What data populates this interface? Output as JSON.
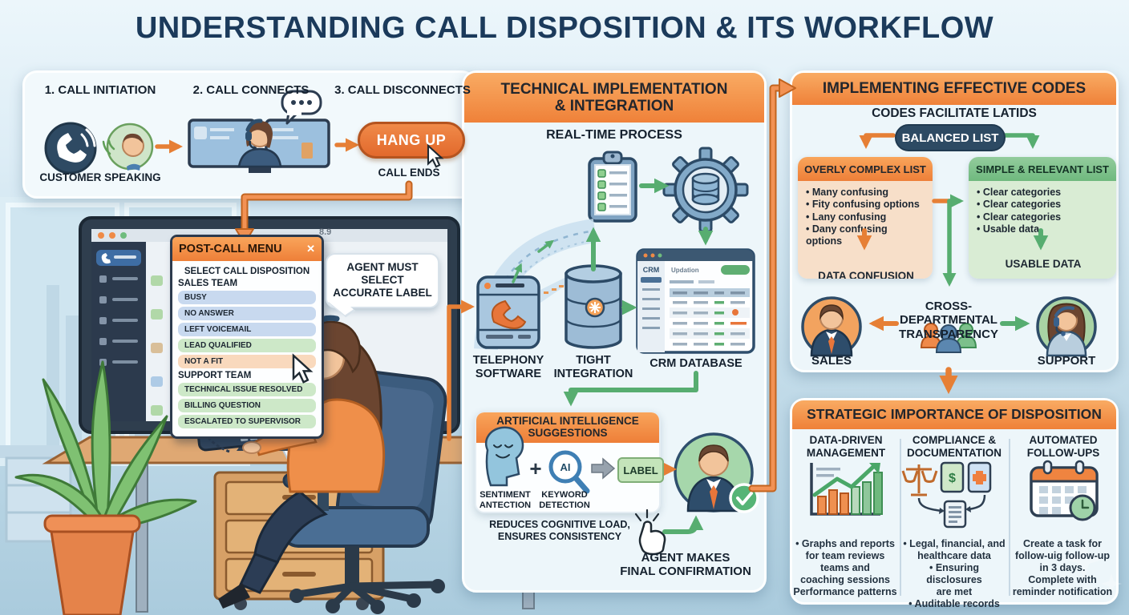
{
  "title": "UNDERSTANDING CALL DISPOSITION & ITS WORKFLOW",
  "colors": {
    "accent_orange": "#ee7f38",
    "accent_green": "#57ad70",
    "navy": "#1b3a5b"
  },
  "call_steps": {
    "step1": {
      "label": "1. CALL INITIATION",
      "caption": "CUSTOMER SPEAKING"
    },
    "step2": {
      "label": "2. CALL CONNECTS",
      "bubble": "..."
    },
    "step3": {
      "label": "3. CALL DISCONNECTS",
      "button": "HANG UP",
      "caption": "CALL ENDS"
    }
  },
  "monitor": {
    "clock": "8.9",
    "menu": {
      "title": "POST-CALL MENU",
      "close": "✕",
      "subtitle": "SELECT CALL DISPOSITION",
      "sales_group": "SALES TEAM",
      "sales_items": [
        {
          "label": "BUSY",
          "color": "blue"
        },
        {
          "label": "NO ANSWER",
          "color": "blue"
        },
        {
          "label": "LEFT VOICEMAIL",
          "color": "blue"
        },
        {
          "label": "LEAD QUALIFIED",
          "color": "green"
        },
        {
          "label": "NOT A FIT",
          "color": "peach"
        }
      ],
      "support_group": "SUPPORT TEAM",
      "support_items": [
        {
          "label": "TECHNICAL ISSUE RESOLVED",
          "color": "green"
        },
        {
          "label": "BILLING QUESTION",
          "color": "green"
        },
        {
          "label": "ESCALATED TO SUPERVISOR",
          "color": "green"
        }
      ]
    },
    "callout": "AGENT MUST\nSELECT\nACCURATE LABEL"
  },
  "technical": {
    "header": "TECHNICAL IMPLEMENTATION\n& INTEGRATION",
    "subtitle": "REAL-TIME PROCESS",
    "telephony_label": "TELEPHONY\nSOFTWARE",
    "integration_label": "TIGHT\nINTEGRATION",
    "crm_label": "CRM DATABASE",
    "crm_window": {
      "app": "CRM",
      "menu": "Updation"
    },
    "ai": {
      "header": "ARTIFICIAL INTELLIGENCE\nSUGGESTIONS",
      "plus": "+",
      "badge": "AI",
      "output": "LABEL",
      "input1": "SENTIMENT\nANTECTION",
      "input2": "KEYWORD\nDETECTION",
      "benefit": "REDUCES COGNITIVE LOAD,\nENSURES CONSISTENCY"
    },
    "confirmation": "AGENT MAKES\nFINAL CONFIRMATION"
  },
  "codes": {
    "header": "IMPLEMENTING EFFECTIVE CODES",
    "subtitle": "CODES FACILITATE LATIDS",
    "pill": "BALANCED LIST",
    "complex": {
      "header": "OVERLY COMPLEX LIST",
      "bullets": [
        "Many confusing",
        "Fity confusing options",
        "Lany confusing",
        "Dany confusing options"
      ],
      "result": "DATA CONFUSION"
    },
    "simple": {
      "header": "SIMPLE & RELEVANT LIST",
      "bullets": [
        "Clear categories",
        "Clear categories",
        "Clear categories",
        "Usable data"
      ],
      "result": "USABLE DATA"
    },
    "transparency_label": "CROSS-DEPARTMENTAL\nTRANSPARENCY",
    "sales_label": "SALES",
    "support_label": "SUPPORT"
  },
  "strategic": {
    "header": "STRATEGIC IMPORTANCE OF DISPOSITION",
    "col1": {
      "title": "DATA-DRIVEN\nMANAGEMENT",
      "body": "• Graphs and reports\nfor team reviews\nteams and\ncoaching sessions\nPerformance patterns"
    },
    "col2": {
      "title": "COMPLIANCE &\nDOCUMENTATION",
      "glyph": "$",
      "body": "• Legal, financial, and\nhealthcare data\n• Ensuring disclosures\nare met\n• Auditable records"
    },
    "col3": {
      "title": "AUTOMATED\nFOLLOW-UPS",
      "body": "Create a task for\nfollow-uig follow-up\nin 3 days.\nComplete with\nreminder notification"
    }
  }
}
